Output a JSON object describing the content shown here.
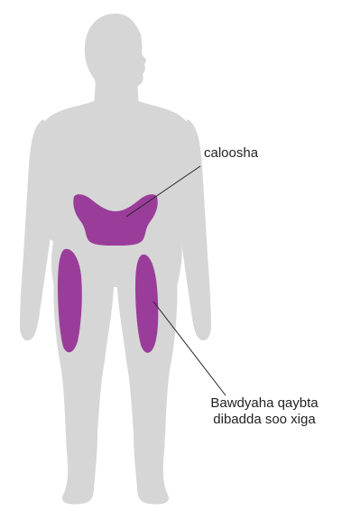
{
  "labels": {
    "abdomen": "caloosha",
    "thigh_line1": "Bawdyaha qaybta",
    "thigh_line2": "dibadda soo xiga"
  },
  "colors": {
    "body": "#d6d6d6",
    "injection_site": "#9a3d9a",
    "leader_line": "#222222",
    "text": "#222222"
  }
}
